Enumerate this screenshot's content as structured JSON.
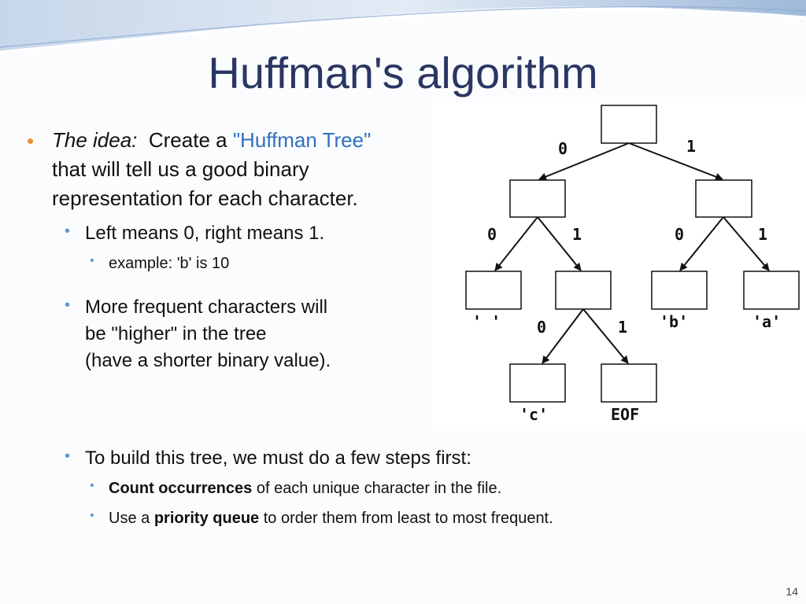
{
  "slide": {
    "title": "Huffman's algorithm",
    "page_number": "14",
    "accent_color": "#e69137",
    "title_color": "#2a3663",
    "highlight_color": "#3070c0"
  },
  "bullets": {
    "idea_label": "The idea:",
    "idea_text_before": "Create a",
    "idea_highlight": "\"Huffman Tree\"",
    "idea_line2": "that will tell us a good binary",
    "idea_line3": "representation for each character.",
    "left_right": "Left means 0, right means 1.",
    "example": "example: 'b' is 10",
    "freq_line1": "More frequent characters will",
    "freq_line2": "be \"higher\" in the tree",
    "freq_line3": "(have a shorter binary value).",
    "build": "To build this tree, we must do a few steps first:",
    "count_bold": "Count occurrences",
    "count_rest": "of each unique character in the file.",
    "pq_before": "Use a",
    "pq_bold": "priority queue",
    "pq_rest": "to order them from least to most frequent."
  },
  "tree": {
    "edge_labels": {
      "root_left": "0",
      "root_right": "1",
      "l_left": "0",
      "l_right": "1",
      "r_left": "0",
      "r_right": "1",
      "lr_left": "0",
      "lr_right": "1"
    },
    "leaf_labels": {
      "space": "' '",
      "b": "'b'",
      "a": "'a'",
      "c": "'c'",
      "eof": "EOF"
    }
  }
}
